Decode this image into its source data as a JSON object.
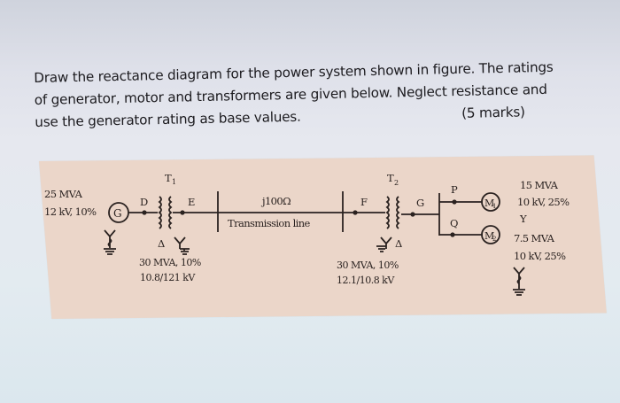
{
  "question": {
    "lines": [
      "Draw the reactance diagram for the power system shown in figure.  The ratings",
      "of generator, motor and transformers are given below.  Neglect resistance and",
      "use the generator rating as base values."
    ],
    "marks": "(5 marks)"
  },
  "diagram": {
    "generator": {
      "symbol": "G",
      "rating_mva": "25 MVA",
      "rating_kv_x": "12 kV, 10%",
      "connection": "Y grounded"
    },
    "buses": {
      "D": "D",
      "E": "E",
      "F": "F",
      "G": "G",
      "P": "P",
      "Q": "Q"
    },
    "t1": {
      "label": "T",
      "subscript": "1",
      "primary": "Δ",
      "secondary": "Y grounded",
      "rating_mva_x": "30 MVA, 10%",
      "rating_kv": "10.8/121 kV"
    },
    "line": {
      "impedance": "j100Ω",
      "label": "Transmission line"
    },
    "t2": {
      "label": "T",
      "subscript": "2",
      "primary": "Y grounded",
      "secondary": "Δ",
      "rating_mva_x": "30 MVA, 10%",
      "rating_kv": "12.1/10.8 kV"
    },
    "motor1": {
      "symbol": "M",
      "subscript": "1",
      "rating_mva": "15 MVA",
      "rating_kv_x": "10 kV, 25%",
      "connection": "Y"
    },
    "motor2": {
      "symbol": "M",
      "subscript": "2",
      "rating_mva": "7.5 MVA",
      "rating_kv_x": "10 kV, 25%",
      "connection": "Y grounded"
    },
    "symbols": {
      "delta": "Δ",
      "wye": "Y"
    }
  }
}
